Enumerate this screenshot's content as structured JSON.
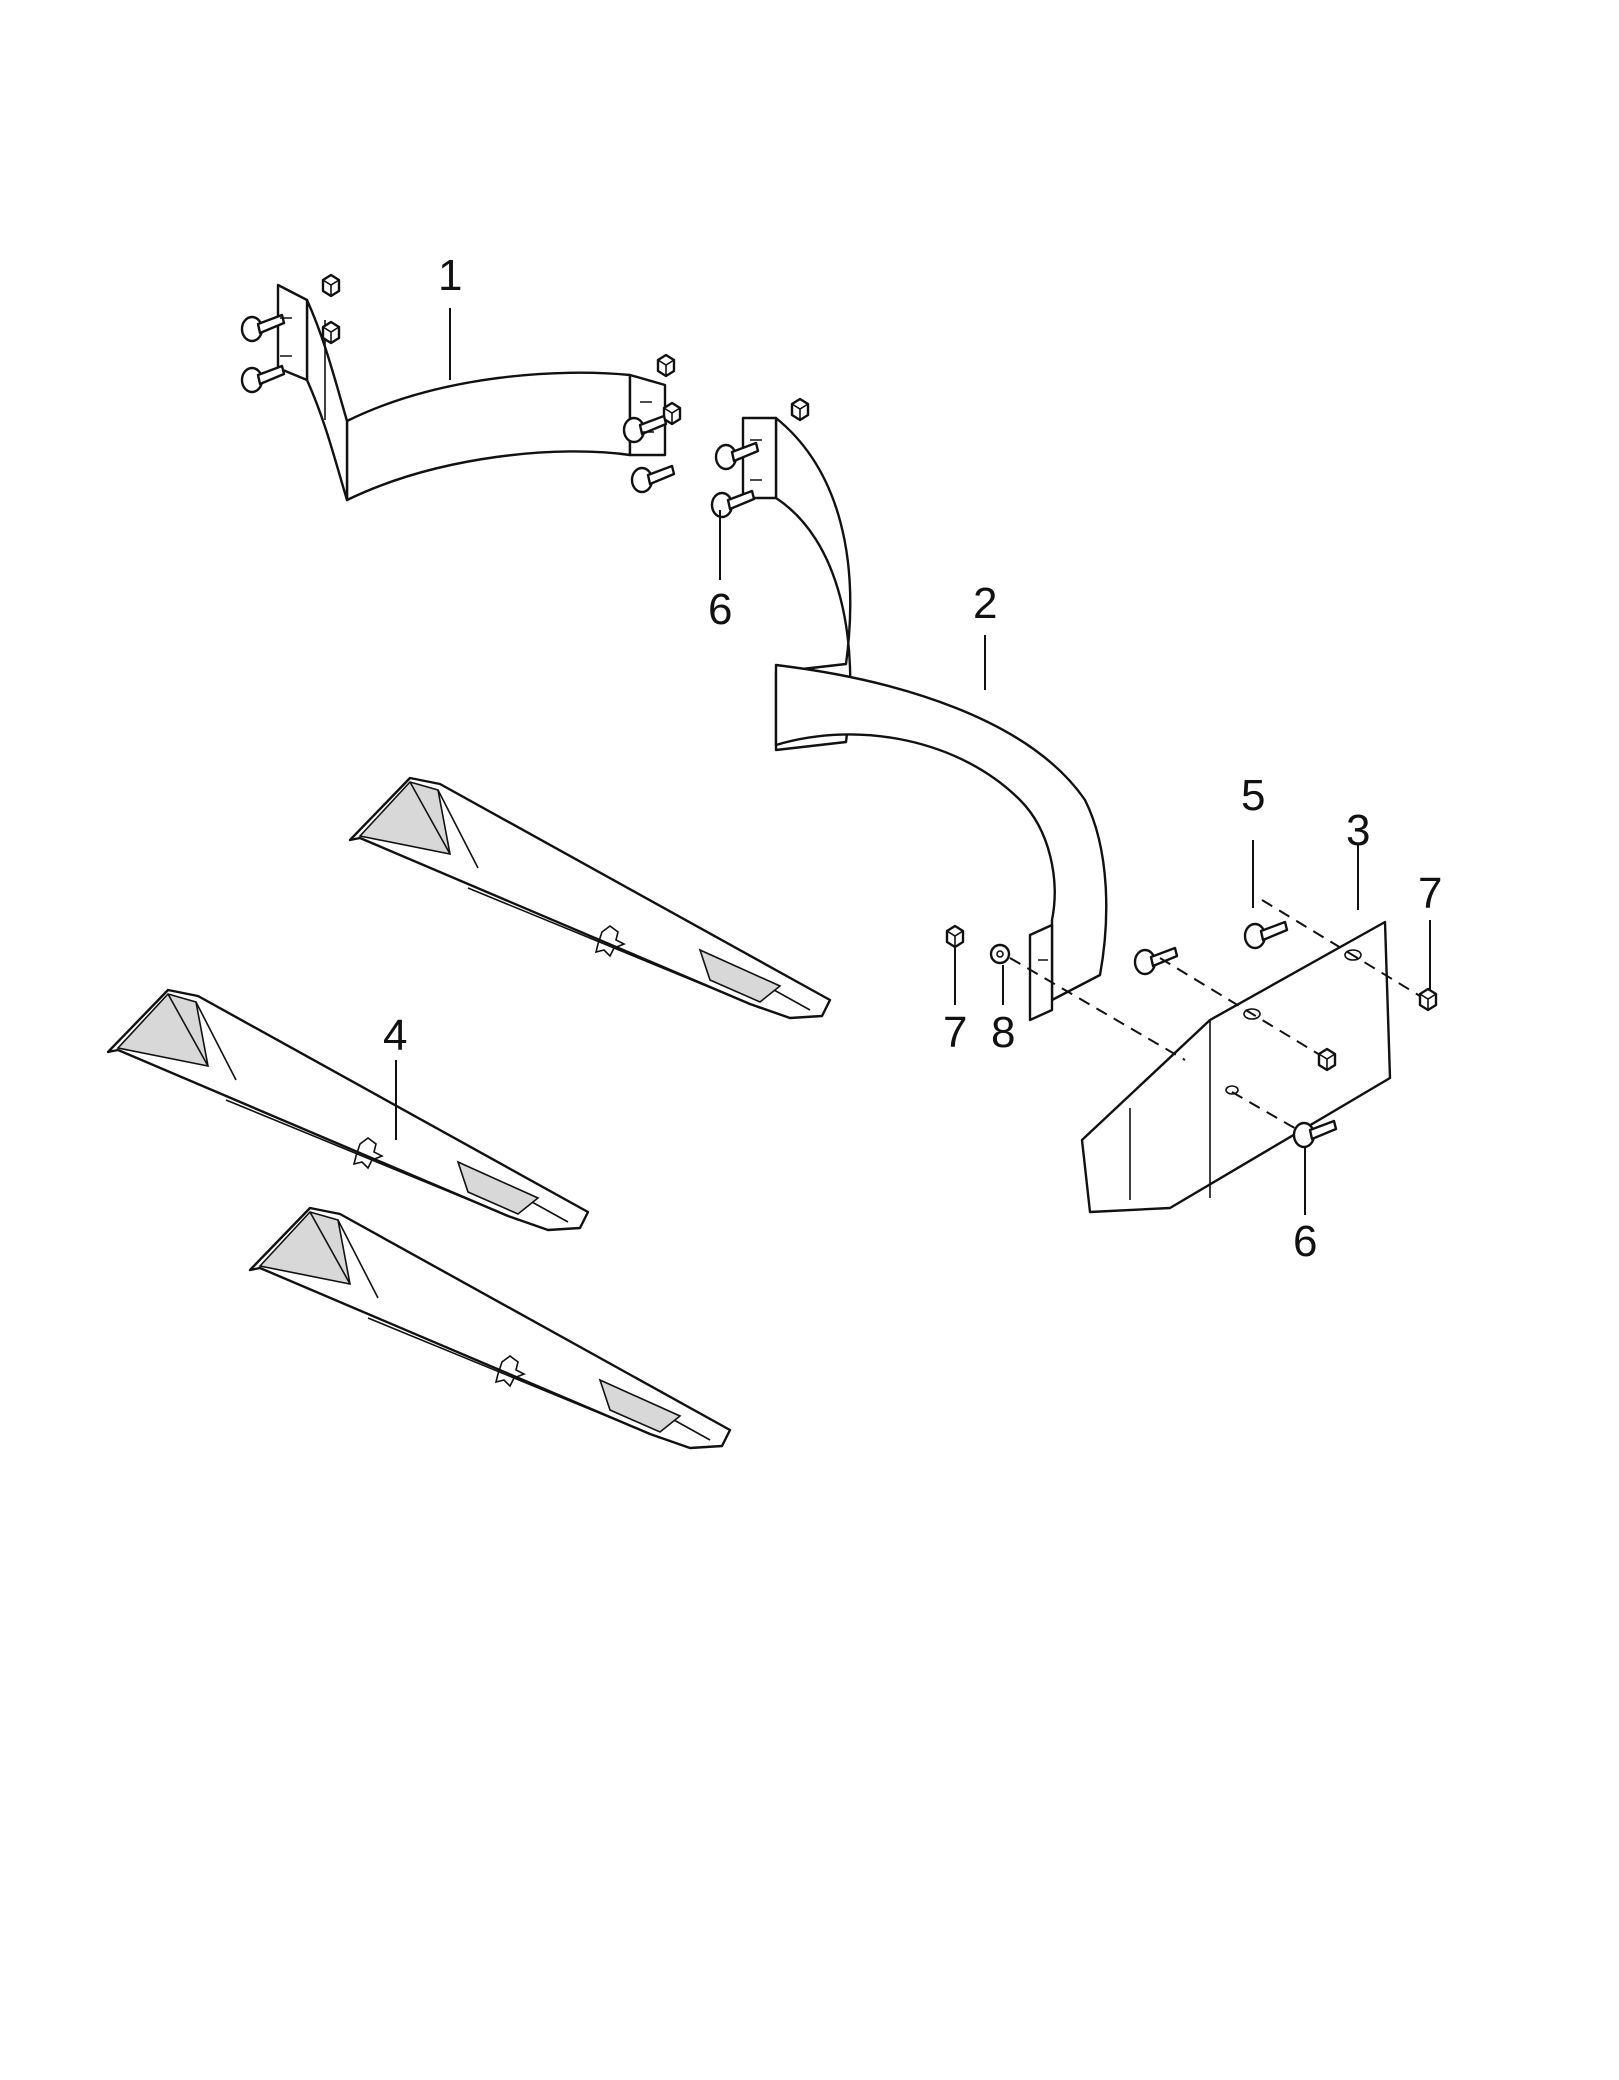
{
  "callouts": {
    "c1": "1",
    "c2": "2",
    "c3": "3",
    "c4": "4",
    "c5": "5",
    "c6a": "6",
    "c6b": "6",
    "c7a": "7",
    "c7b": "7",
    "c8": "8"
  }
}
